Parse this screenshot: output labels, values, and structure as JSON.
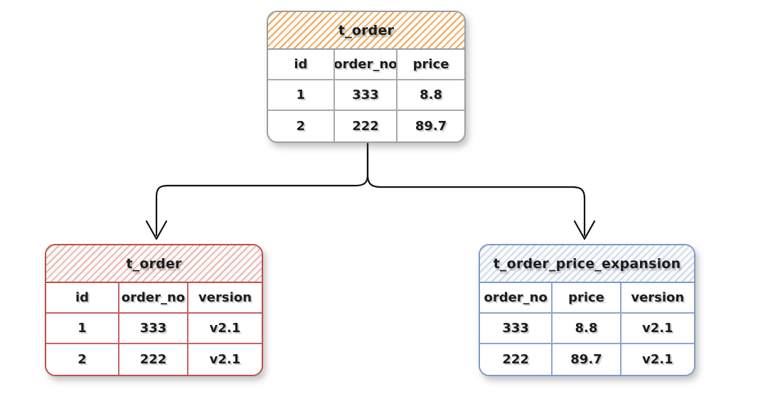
{
  "tables": {
    "source": {
      "title": "t_order",
      "columns": [
        "id",
        "order_no",
        "price"
      ],
      "rows": [
        [
          "1",
          "333",
          "8.8"
        ],
        [
          "2",
          "222",
          "89.7"
        ]
      ]
    },
    "sharded": {
      "title": "t_order",
      "columns": [
        "id",
        "order_no",
        "version"
      ],
      "rows": [
        [
          "1",
          "333",
          "v2.1"
        ],
        [
          "2",
          "222",
          "v2.1"
        ]
      ]
    },
    "expansion": {
      "title": "t_order_price_expansion",
      "columns": [
        "order_no",
        "price",
        "version"
      ],
      "rows": [
        [
          "333",
          "8.8",
          "v2.1"
        ],
        [
          "222",
          "89.7",
          "v2.1"
        ]
      ]
    }
  },
  "colors": {
    "source_border": "#9d9d9d",
    "source_hatch": "#f0a953",
    "source_grid": "#a9a9a9",
    "sharded_border": "#bf4f49",
    "sharded_hatch": "#eab6b0",
    "sharded_grid": "#c4655f",
    "expansion_border": "#7b9bc8",
    "expansion_hatch": "#c9d9ec",
    "expansion_grid": "#8aa6cf",
    "connector": "#111111",
    "text": "#1c1c1c",
    "bg": "#ffffff"
  }
}
